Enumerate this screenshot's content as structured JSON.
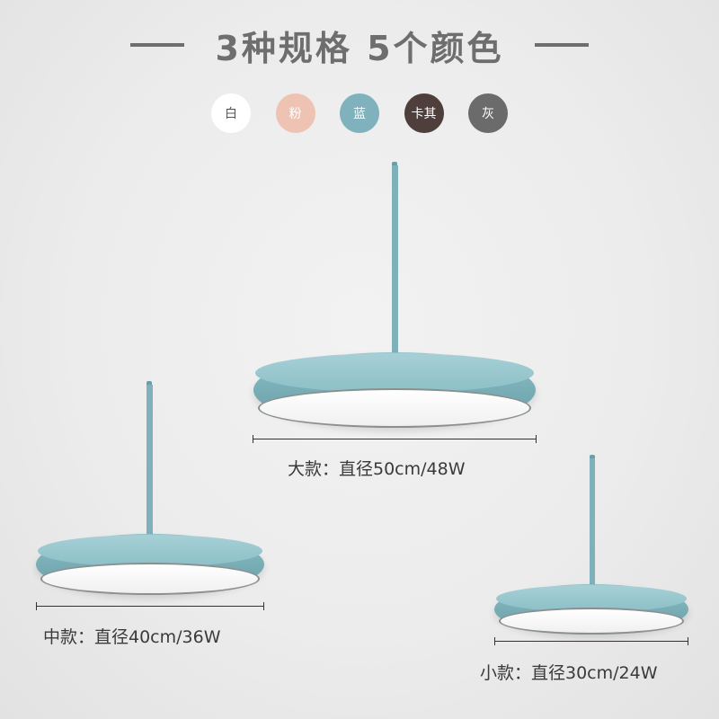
{
  "headline": "3种规格  5个颜色",
  "colors": [
    {
      "label": "白",
      "hex": "#ffffff"
    },
    {
      "label": "粉",
      "hex": "#efc3b3"
    },
    {
      "label": "蓝",
      "hex": "#7fb2bc"
    },
    {
      "label": "卡其",
      "hex": "#4f3f3c"
    },
    {
      "label": "灰",
      "hex": "#6b6b6b"
    }
  ],
  "lamp_color": "#7fb1ba",
  "sizes": {
    "large": "大款：直径50cm/48W",
    "medium": "中款：直径40cm/36W",
    "small": "小款：直径30cm/24W"
  }
}
